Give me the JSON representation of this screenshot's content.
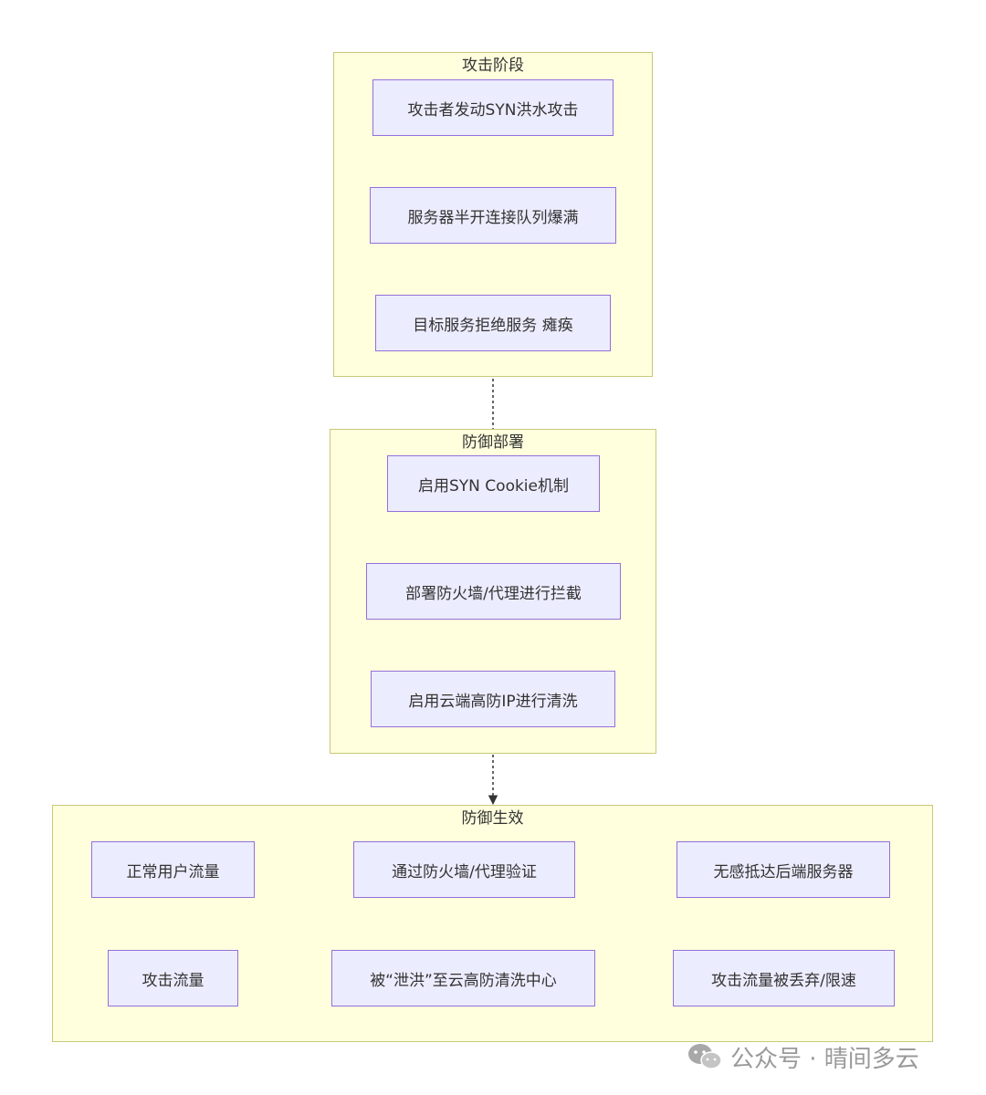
{
  "groups": {
    "attack": {
      "title": "攻击阶段"
    },
    "defense": {
      "title": "防御部署"
    },
    "effect": {
      "title": "防御生效"
    }
  },
  "nodes": {
    "a1": "攻击者发动SYN洪水攻击",
    "a2": "服务器半开连接队列爆满",
    "a3": "目标服务拒绝服务 瘫痪",
    "d1": "启用SYN Cookie机制",
    "d2": "部署防火墙/代理进行拦截",
    "d3": "启用云端高防IP进行清洗",
    "e1": "正常用户流量",
    "e2": "通过防火墙/代理验证",
    "e3": "无感抵达后端服务器",
    "e4": "攻击流量",
    "e5": "被“泄洪”至云高防清洗中心",
    "e6": "攻击流量被丢弃/限速"
  },
  "watermark": {
    "text": "公众号 · 晴间多云",
    "icon": "wechat-icon"
  },
  "colors": {
    "group_fill": "#ffffde",
    "group_border": "#c9c77a",
    "node_fill": "#ececff",
    "node_border": "#9370db",
    "edge": "#333333"
  }
}
